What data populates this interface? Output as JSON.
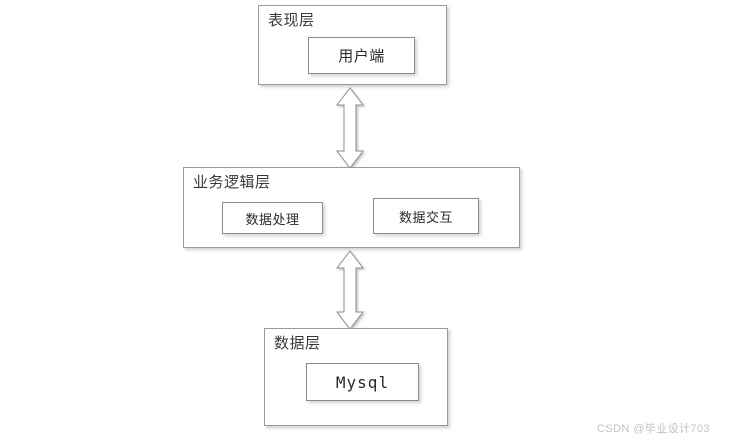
{
  "diagram": {
    "title": "three-tier-architecture",
    "background_color": "#ffffff",
    "box_border_color": "#9a9a9a",
    "text_color": "#2a2a2a",
    "layers": [
      {
        "id": "presentation",
        "label": "表现层",
        "nodes": [
          {
            "id": "client",
            "label": "用户端"
          }
        ]
      },
      {
        "id": "business-logic",
        "label": "业务逻辑层",
        "nodes": [
          {
            "id": "data-processing",
            "label": "数据处理"
          },
          {
            "id": "data-interaction",
            "label": "数据交互"
          }
        ]
      },
      {
        "id": "data",
        "label": "数据层",
        "nodes": [
          {
            "id": "mysql",
            "label": "Mysql"
          }
        ]
      }
    ],
    "connectors": [
      {
        "id": "presentation-to-business",
        "from": "presentation",
        "to": "business-logic",
        "style": "double-headed-arrow"
      },
      {
        "id": "business-to-data",
        "from": "business-logic",
        "to": "data",
        "style": "double-headed-arrow"
      }
    ]
  },
  "watermark": {
    "text": "CSDN @毕业设计703"
  }
}
